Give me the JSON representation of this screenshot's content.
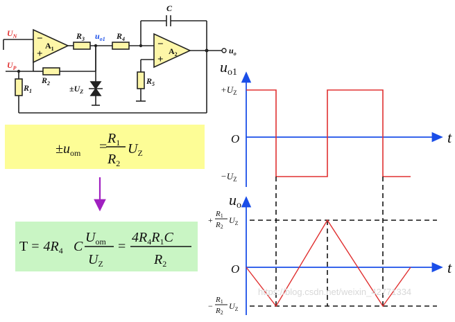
{
  "circuit": {
    "labels": {
      "un": "U",
      "un_sub": "N",
      "up": "U",
      "up_sub": "P",
      "a1": "A",
      "a1_sub": "1",
      "a2": "A",
      "a2_sub": "2",
      "r1": "R",
      "r1_sub": "1",
      "r2": "R",
      "r2_sub": "2",
      "r3": "R",
      "r3_sub": "3",
      "r4": "R",
      "r4_sub": "4",
      "r5": "R",
      "r5_sub": "5",
      "c": "C",
      "uo1": "u",
      "uo1_sub": "o1",
      "uo": "u",
      "uo_sub": "o",
      "uz_pm": "±U",
      "uz_sub": "Z",
      "minus": "−",
      "plus": "+"
    }
  },
  "formula1": {
    "lhs": "±u",
    "lhs_sub": "om",
    "eq": "=",
    "num": "R",
    "num_sub": "1",
    "den": "R",
    "den_sub": "2",
    "tail": "U",
    "tail_sub": "Z"
  },
  "formula2": {
    "t": "T",
    "eq1": "= 4R",
    "r4_sub": "4",
    "c": "C",
    "frac_num": "U",
    "frac_num_sub": "om",
    "frac_den": "U",
    "frac_den_sub": "Z",
    "eq2": "=",
    "num2": "4R",
    "num2_sub1": "4",
    "num2_r": "R",
    "num2_sub2": "1",
    "num2_c": "C",
    "den2": "R",
    "den2_sub": "2"
  },
  "graph_top": {
    "ylabel": "u",
    "ylabel_sub": "o1",
    "xlabel": "t",
    "tick_pos": "+U",
    "tick_pos_sub": "Z",
    "origin": "O",
    "tick_neg": "−U",
    "tick_neg_sub": "Z"
  },
  "graph_bottom": {
    "ylabel": "u",
    "ylabel_sub": "o",
    "xlabel": "t",
    "origin": "O",
    "tick_pos_sign": "+",
    "tick_neg_sign": "−",
    "tick_num": "R",
    "tick_num_sub": "1",
    "tick_den": "R",
    "tick_den_sub": "2",
    "tick_u": "U",
    "tick_u_sub": "Z"
  },
  "watermark": "https://blog.csdn.net/weixin_42771334",
  "colors": {
    "blue": "#1a4ee8",
    "red": "#e03030",
    "formula_bg": "#fdfd96",
    "formula2_bg": "#c9f5c4",
    "opamp_fill": "#fdf6a8",
    "arrow_purple": "#a020c0"
  }
}
